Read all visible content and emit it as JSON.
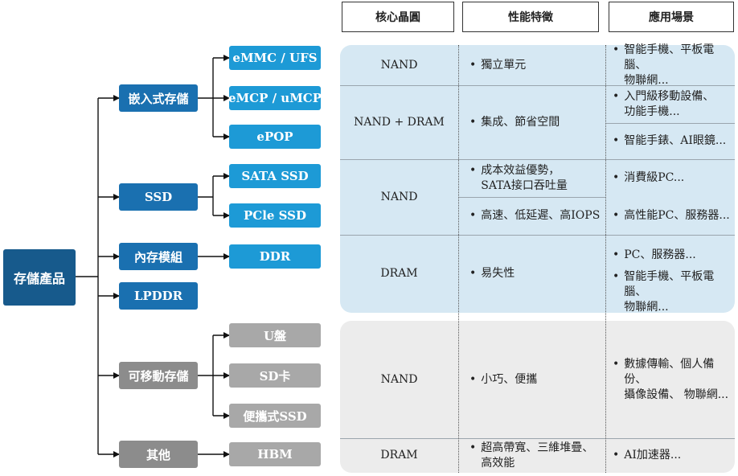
{
  "headers": {
    "core": "核心晶圓",
    "features": "性能特徵",
    "applications": "應用場景"
  },
  "root": "存儲產品",
  "categories": {
    "embedded": "嵌入式存儲",
    "ssd": "SSD",
    "memory_module": "內存模組",
    "lpddr": "LPDDR",
    "removable": "可移動存儲",
    "other": "其他"
  },
  "products": {
    "emmc": "eMMC / UFS",
    "emcp": "eMCP / uMCP",
    "epop": "ePOP",
    "sata": "SATA SSD",
    "pcie": "PCle SSD",
    "ddr": "DDR",
    "udisk": "U盤",
    "sdcard": "SD卡",
    "portable": "便攜式SSD",
    "hbm": "HBM"
  },
  "core": [
    "NAND",
    "NAND + DRAM",
    "NAND",
    "DRAM",
    "NAND",
    "DRAM"
  ],
  "features": {
    "f1": "獨立單元",
    "f2": "集成、節省空間",
    "f3": [
      "成本效益優勢，",
      "SATA接口吞吐量"
    ],
    "f4": "高速、低延遲、高IOPS",
    "f5": "易失性",
    "f6": "小巧、便攜",
    "f7": [
      "超高帶寬、三維堆疊、",
      "高效能"
    ]
  },
  "applications": {
    "a1": [
      "智能手機、平板電腦、",
      "物聯網..."
    ],
    "a2": [
      "入門級移動設備、",
      "功能手機..."
    ],
    "a3": "智能手錶、AI眼鏡...",
    "a4": "消費級PC...",
    "a5": "高性能PC、服務器...",
    "a6": "PC、服務器...",
    "a7": [
      "智能手機、平板電腦、",
      "物聯網..."
    ],
    "a8": [
      "數據傳輸、個人備份、",
      "攝像設備、 物聯網..."
    ],
    "a9": "AI加速器..."
  },
  "bullet": "•"
}
